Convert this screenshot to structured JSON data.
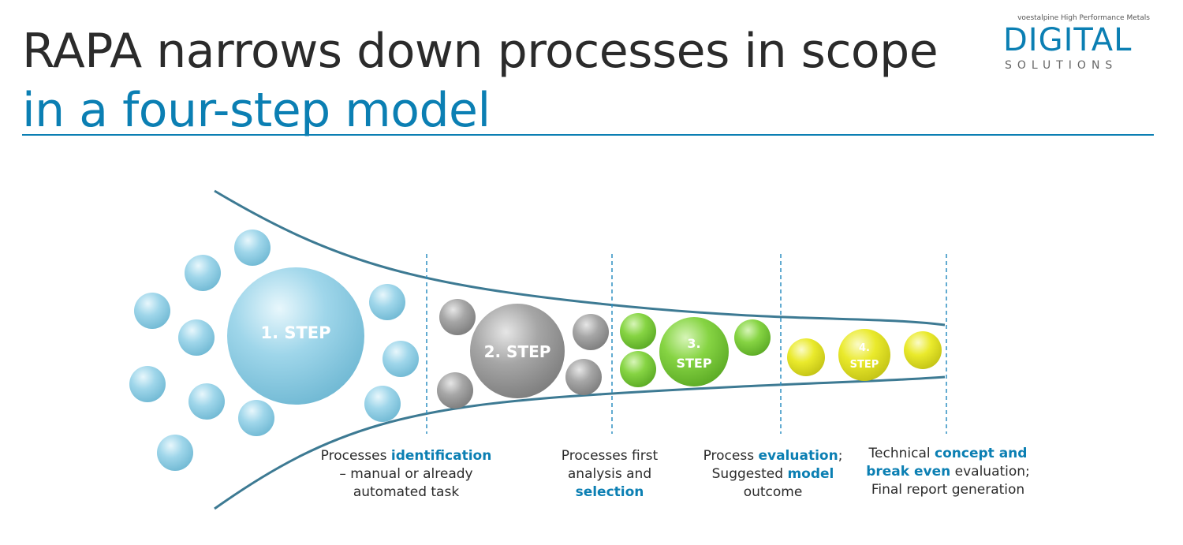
{
  "title": {
    "line1": "RAPA narrows down processes in scope",
    "line2": "in a four-step model"
  },
  "logo": {
    "tagline": "voestalpine High Performance Metals",
    "brand": "DIGITAL",
    "sub": "SOLUTIONS"
  },
  "colors": {
    "accent": "#0b7fb3",
    "funnel_line": "#3d7a93",
    "step1": "#8fd0e6",
    "step2": "#9a9a9a",
    "step3": "#7fd13b",
    "step4": "#e8e82a"
  },
  "steps": [
    {
      "label_line1": "1. STEP",
      "label_line2": "",
      "small_bubbles": 12,
      "caption": [
        {
          "text": "Processes ",
          "hl": false
        },
        {
          "text": "identification",
          "hl": true
        },
        {
          "text": "\n– manual or already\nautomated task",
          "hl": false
        }
      ]
    },
    {
      "label_line1": "2. STEP",
      "label_line2": "",
      "small_bubbles": 4,
      "caption": [
        {
          "text": "Processes first\nanalysis and\n",
          "hl": false
        },
        {
          "text": "selection",
          "hl": true
        }
      ]
    },
    {
      "label_line1": "3.",
      "label_line2": "STEP",
      "small_bubbles": 3,
      "caption": [
        {
          "text": "Process ",
          "hl": false
        },
        {
          "text": "evaluation",
          "hl": true
        },
        {
          "text": ";\nSuggested ",
          "hl": false
        },
        {
          "text": "model",
          "hl": true
        },
        {
          "text": "\noutcome",
          "hl": false
        }
      ]
    },
    {
      "label_line1": "4.",
      "label_line2": "STEP",
      "small_bubbles": 2,
      "caption": [
        {
          "text": "Technical ",
          "hl": false
        },
        {
          "text": "concept and\nbreak even",
          "hl": true
        },
        {
          "text": " evaluation;\nFinal report generation",
          "hl": false
        }
      ]
    }
  ]
}
